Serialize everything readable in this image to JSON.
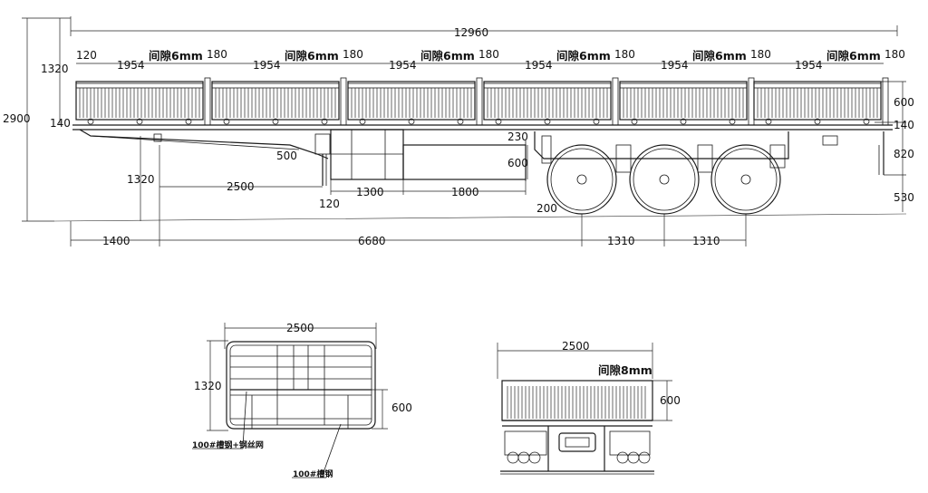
{
  "side_view": {
    "total_length": "12960",
    "total_height": "2900",
    "deck_to_top": "1320",
    "left_overhang": "140",
    "panel_length": "1954",
    "gap_post": "180",
    "first_gap": "120",
    "gap_label": "间隙6mm",
    "panel_height": "600",
    "right_floor": "140",
    "chassis_height": "820",
    "wheel_clearance": "530",
    "gooseneck_height": "1320",
    "kingpin_to_leg": "2500",
    "leg_offset": "120",
    "leg_foot": "500",
    "toolbox_1": "1300",
    "toolbox_2": "1800",
    "tank_top": "230",
    "tank_height": "600",
    "ground_clear": "200",
    "front": "1400",
    "wheelbase": "6680",
    "axle_spacing_1": "1310",
    "axle_spacing_2": "1310"
  },
  "front_view": {
    "width": "2500",
    "height": "1320",
    "panel_height": "600",
    "note_1": "100#槽钢+钢丝网",
    "note_2": "100#槽钢"
  },
  "rear_view": {
    "width": "2500",
    "gap_label": "间隙8mm",
    "panel_height": "600"
  }
}
